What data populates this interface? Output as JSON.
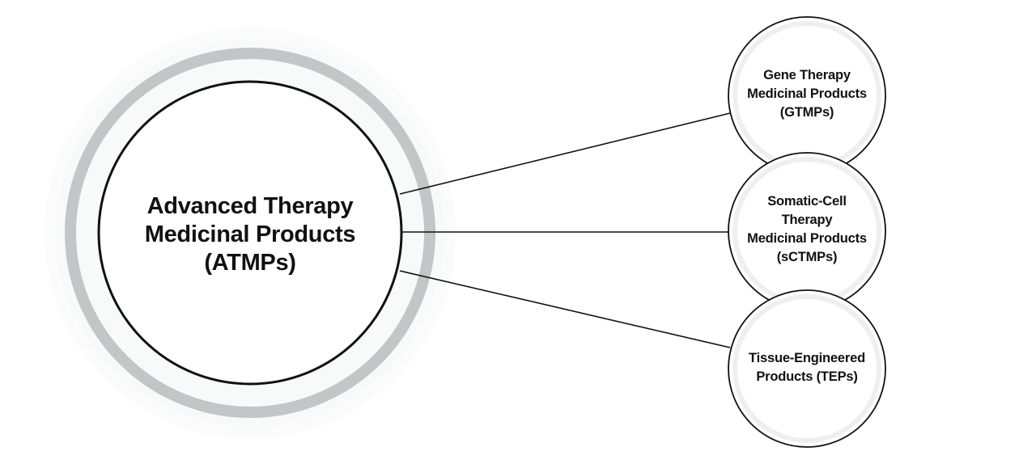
{
  "diagram": {
    "title": "Advanced Therapy Medicinal Products (ATMPs)",
    "colors": {
      "background": "#ffffff",
      "outline": "#111111",
      "ring_gray": "#c4c5c7",
      "halo": "#f7f8f8",
      "inner_ring": "#efefef",
      "text": "#111111"
    },
    "central_node": {
      "lines": [
        "Advanced Therapy",
        "Medicinal Products",
        "(ATMPs)"
      ]
    },
    "child_nodes": [
      {
        "id": "gtmp",
        "lines": [
          "Gene Therapy",
          "Medicinal Products",
          "(GTMPs)"
        ]
      },
      {
        "id": "sctmp",
        "lines": [
          "Somatic-Cell",
          "Therapy",
          "Medicinal Products",
          "(sCTMPs)"
        ]
      },
      {
        "id": "tep",
        "lines": [
          "Tissue-Engineered",
          "Products (TEPs)"
        ]
      }
    ],
    "connections": [
      {
        "from": "central",
        "to": "gtmp"
      },
      {
        "from": "central",
        "to": "sctmp"
      },
      {
        "from": "central",
        "to": "tep"
      }
    ]
  }
}
